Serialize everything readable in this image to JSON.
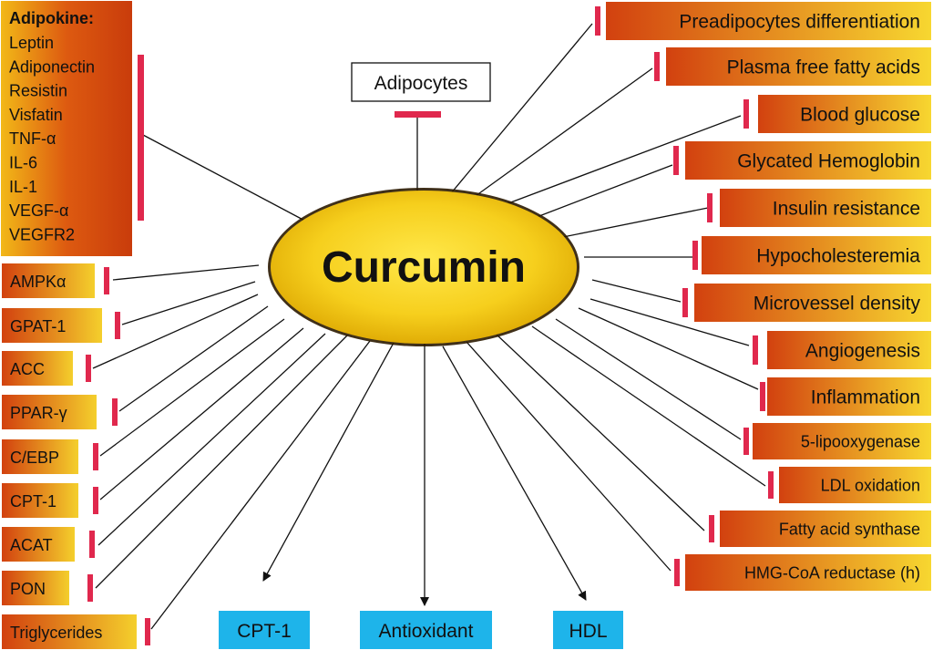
{
  "center": {
    "label": "Curcumin",
    "fill_outer": "#e8b400",
    "fill_inner": "#ffe234"
  },
  "adipokine": {
    "title": "Adipokine:",
    "items": [
      "Leptin",
      "Adiponectin",
      "Resistin",
      "Visfatin",
      "TNF-α",
      "IL-6",
      "IL-1",
      "VEGF-α",
      "VEGFR2"
    ]
  },
  "adipocytes": {
    "label": "Adipocytes"
  },
  "left_boxes": [
    "AMPKα",
    "GPAT-1",
    "ACC",
    "PPAR-γ",
    "C/EBP",
    "CPT-1",
    "ACAT",
    "PON",
    "Triglycerides"
  ],
  "right_boxes": [
    "Preadipocytes differentiation",
    "Plasma free fatty acids",
    "Blood glucose",
    "Glycated Hemoglobin",
    "Insulin resistance",
    "Hypocholesteremia",
    "Microvessel density",
    "Angiogenesis",
    "Inflammation",
    "5-lipooxygenase",
    "LDL oxidation",
    "Fatty acid synthase",
    "HMG-CoA reductase (h)"
  ],
  "bottom_boxes": [
    "CPT-1",
    "Antioxidant",
    "HDL"
  ],
  "colors": {
    "box_orange": "#d2410f",
    "box_yellow": "#f7d730",
    "inhibit_red": "#e0284d",
    "blue_box": "#1eb4ea",
    "line": "#111111"
  }
}
